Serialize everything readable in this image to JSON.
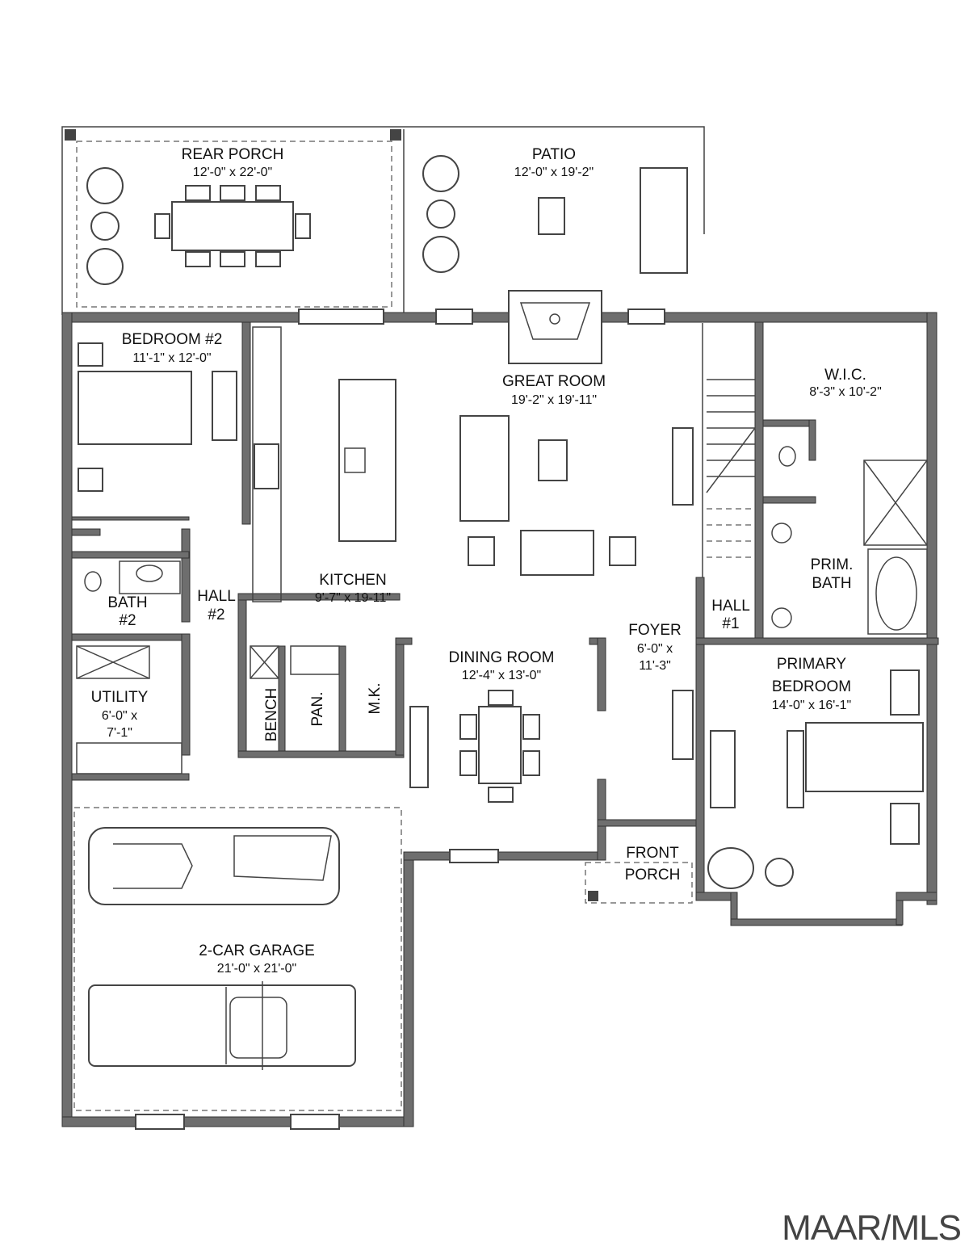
{
  "rooms": {
    "rear_porch": {
      "name": "REAR PORCH",
      "dims": "12'-0\" x 22'-0\""
    },
    "patio": {
      "name": "PATIO",
      "dims": "12'-0\" x 19'-2\""
    },
    "bedroom2": {
      "name": "BEDROOM #2",
      "dims": "11'-1\" x 12'-0\""
    },
    "great_room": {
      "name": "GREAT ROOM",
      "dims": "19'-2\" x 19'-11\""
    },
    "wic": {
      "name": "W.I.C.",
      "dims": "8'-3\" x 10'-2\""
    },
    "kitchen": {
      "name": "KITCHEN",
      "dims": "9'-7\" x 19-11\""
    },
    "bath2": {
      "line1": "BATH",
      "line2": "#2"
    },
    "hall2": {
      "line1": "HALL",
      "line2": "#2"
    },
    "hall1": {
      "line1": "HALL",
      "line2": "#1"
    },
    "prim_bath": {
      "line1": "PRIM.",
      "line2": "BATH"
    },
    "foyer": {
      "name": "FOYER",
      "dims1": "6'-0\" x",
      "dims2": "11'-3\""
    },
    "dining": {
      "name": "DINING ROOM",
      "dims": "12'-4\" x 13'-0\""
    },
    "primary_bedroom": {
      "line1": "PRIMARY",
      "line2": "BEDROOM",
      "dims": "14'-0\" x 16'-1\""
    },
    "utility": {
      "name": "UTILITY",
      "dims1": "6'-0\" x",
      "dims2": "7'-1\""
    },
    "bench": {
      "name": "BENCH"
    },
    "pantry": {
      "name": "PAN."
    },
    "mk": {
      "name": "M.K."
    },
    "front_porch": {
      "line1": "FRONT",
      "line2": "PORCH"
    },
    "garage": {
      "name": "2-CAR GARAGE",
      "dims": "21'-0\" x 21'-0\""
    }
  },
  "watermark": "MAAR/MLS"
}
